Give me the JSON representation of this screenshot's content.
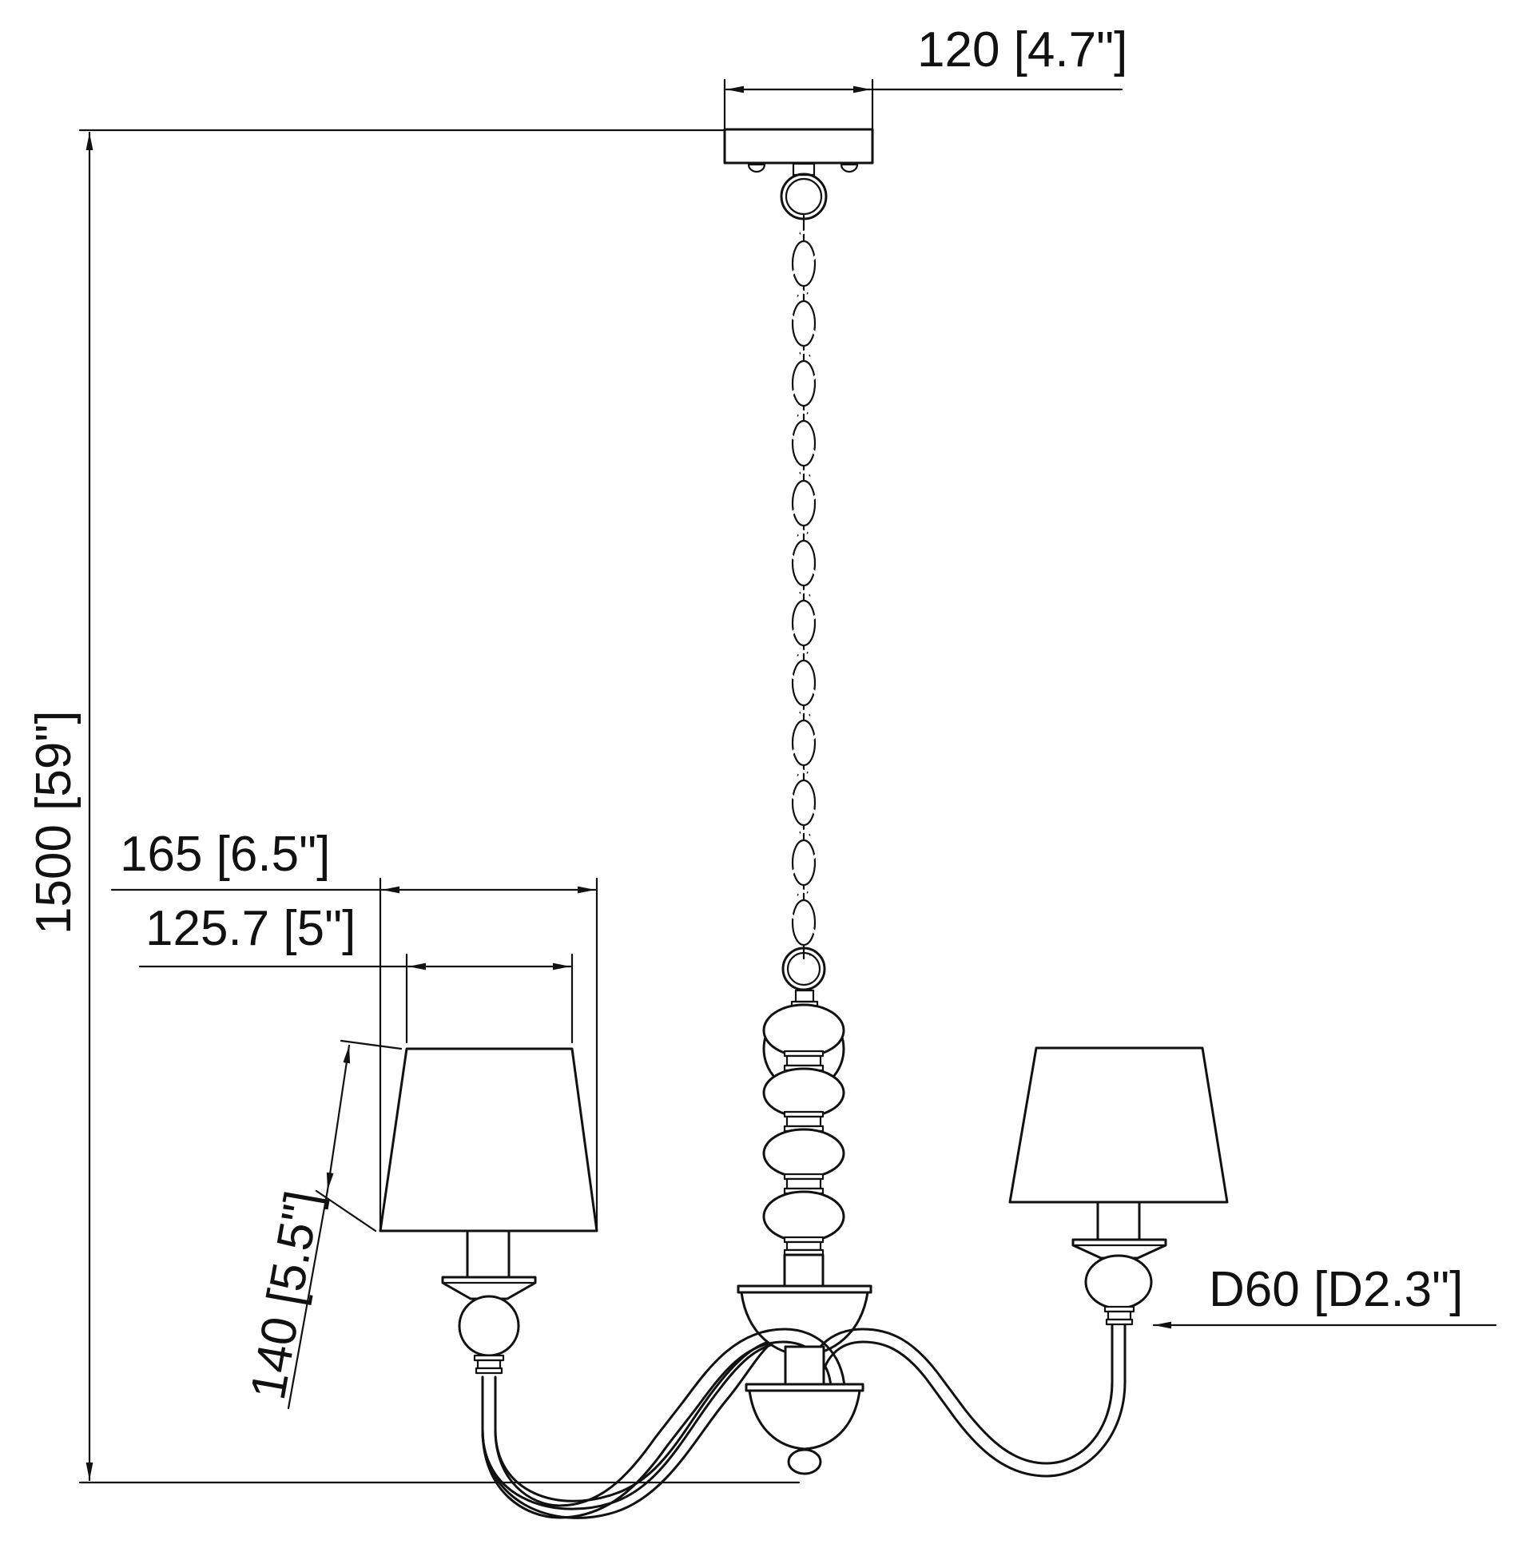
{
  "drawing": {
    "subject": "Three-light chandelier with chain, ball column and tapered drum shades — dimension drawing",
    "colors": {
      "line": "#111111",
      "background": "#ffffff"
    }
  },
  "dimensions": {
    "canopy_width": {
      "label": "120 [4.7\"]",
      "mm": 120,
      "in": 4.7
    },
    "overall_height": {
      "label": "1500 [59\"]",
      "mm": 1500,
      "in": 59
    },
    "shade_bottom_width": {
      "label": "165 [6.5\"]",
      "mm": 165,
      "in": 6.5
    },
    "shade_top_width": {
      "label": "125.7 [5\"]",
      "mm": 125.7,
      "in": 5
    },
    "shade_height": {
      "label": "140 [5.5\"]",
      "mm": 140,
      "in": 5.5
    },
    "ball_diameter": {
      "label": "D60 [D2.3\"]",
      "mm": 60,
      "in": 2.3
    }
  }
}
